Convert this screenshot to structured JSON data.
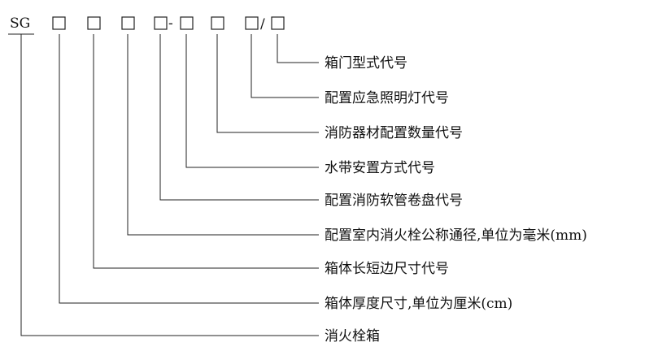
{
  "prefix": "SG",
  "separators": {
    "dash": "-",
    "slash": "/"
  },
  "fields": [
    {
      "id": "field-1",
      "description": "消火栓箱"
    },
    {
      "id": "field-2",
      "description": "箱体厚度尺寸,单位为厘米(cm)"
    },
    {
      "id": "field-3",
      "description": "箱体长短边尺寸代号"
    },
    {
      "id": "field-4",
      "description": "配置室内消火栓公称通径,单位为毫米(mm)"
    },
    {
      "id": "field-5",
      "description": "配置消防软管卷盘代号"
    },
    {
      "id": "field-6",
      "description": "水带安置方式代号"
    },
    {
      "id": "field-7",
      "description": "消防器材配置数量代号"
    },
    {
      "id": "field-8",
      "description": "配置应急照明灯代号"
    },
    {
      "id": "field-9",
      "description": "箱门型式代号"
    }
  ]
}
